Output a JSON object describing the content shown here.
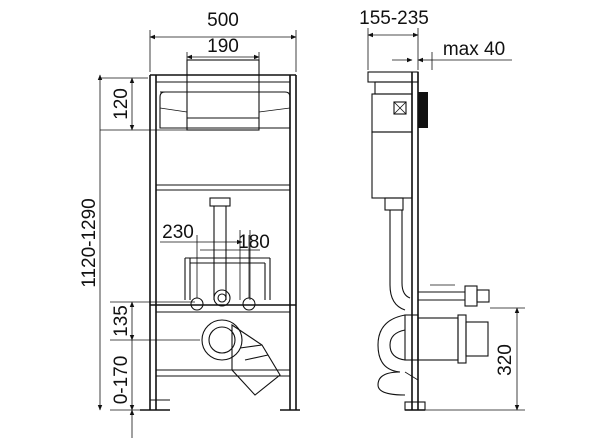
{
  "front_view": {
    "width_total": "500",
    "width_top_module": "190",
    "height_top_module": "120",
    "height_total": "1120-1290",
    "spacing_left": "230",
    "spacing_right": "180",
    "height_supply": "135",
    "height_bottom": "0-170"
  },
  "side_view": {
    "depth": "155-235",
    "max_offset": "max 40",
    "height_outlet": "320"
  }
}
